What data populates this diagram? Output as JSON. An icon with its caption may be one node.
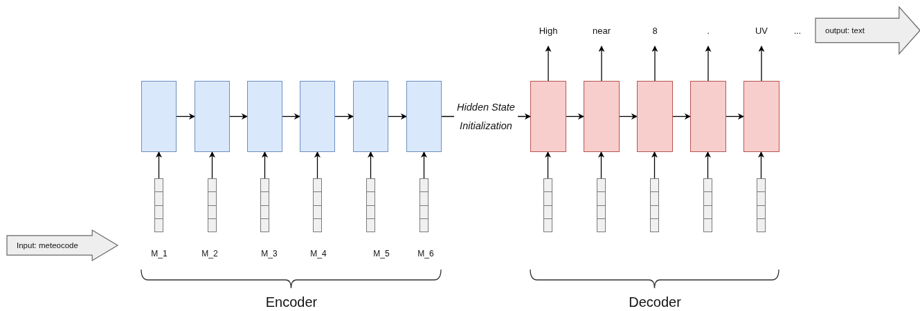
{
  "diagram": {
    "nodes": [
      {
        "text": [
          "Input: meteocode"
        ]
      },
      {
        "text": [
          "output: text"
        ]
      },
      {
        "text": [],
        "shape": "box"
      },
      {
        "text": [],
        "shape": "box"
      },
      {
        "text": [],
        "shape": "box"
      },
      {
        "text": [],
        "shape": "box"
      },
      {
        "text": [],
        "shape": "box"
      },
      {
        "text": [],
        "shape": "box"
      },
      {
        "text": [],
        "shape": "box"
      },
      {
        "text": [],
        "shape": "box"
      },
      {
        "text": [],
        "shape": "box"
      },
      {
        "text": [],
        "shape": "box"
      },
      {
        "text": [],
        "shape": "box"
      },
      {
        "text": [],
        "shape": "bar"
      },
      {
        "text": [],
        "shape": "bar"
      },
      {
        "text": [],
        "shape": "bar"
      },
      {
        "text": [],
        "shape": "bar"
      },
      {
        "text": [],
        "shape": "bar"
      },
      {
        "text": [],
        "shape": "bar"
      },
      {
        "text": [],
        "shape": "bar"
      },
      {
        "text": [],
        "shape": "bar"
      },
      {
        "text": [],
        "shape": "bar"
      },
      {
        "text": [],
        "shape": "bar"
      },
      {
        "text": [],
        "shape": "bar"
      },
      {
        "text": [
          "High"
        ]
      },
      {
        "text": [
          "near"
        ]
      },
      {
        "text": [
          "8"
        ]
      },
      {
        "text": [
          "."
        ]
      },
      {
        "text": [
          "UV"
        ]
      }
    ],
    "edges": [
      {
        "from": 2,
        "to": 3,
        "arrow": "to"
      },
      {
        "from": 3,
        "to": 4,
        "arrow": "to"
      },
      {
        "from": 4,
        "to": 5,
        "arrow": "to"
      },
      {
        "from": 5,
        "to": 6,
        "arrow": "to"
      },
      {
        "from": 6,
        "to": 7,
        "arrow": "to"
      },
      {
        "from": 7,
        "to": 8,
        "arrow": "to",
        "label": "Hidden State Initialization"
      },
      {
        "from": 8,
        "to": 9,
        "arrow": "to"
      },
      {
        "from": 9,
        "to": 10,
        "arrow": "to"
      },
      {
        "from": 10,
        "to": 11,
        "arrow": "to"
      },
      {
        "from": 11,
        "to": 12,
        "arrow": "to"
      },
      {
        "from": 13,
        "to": 2,
        "arrow": "to"
      },
      {
        "from": 14,
        "to": 3,
        "arrow": "to"
      },
      {
        "from": 15,
        "to": 4,
        "arrow": "to"
      },
      {
        "from": 16,
        "to": 5,
        "arrow": "to"
      },
      {
        "from": 17,
        "to": 6,
        "arrow": "to"
      },
      {
        "from": 18,
        "to": 7,
        "arrow": "to"
      },
      {
        "from": 19,
        "to": 8,
        "arrow": "to"
      },
      {
        "from": 20,
        "to": 9,
        "arrow": "to"
      },
      {
        "from": 21,
        "to": 10,
        "arrow": "to"
      },
      {
        "from": 22,
        "to": 11,
        "arrow": "to"
      },
      {
        "from": 23,
        "to": 12,
        "arrow": "to"
      },
      {
        "from": 8,
        "to": 24,
        "arrow": "to"
      },
      {
        "from": 9,
        "to": 25,
        "arrow": "to"
      },
      {
        "from": 10,
        "to": 26,
        "arrow": "to"
      },
      {
        "from": 11,
        "to": 27,
        "arrow": "to"
      },
      {
        "from": 12,
        "to": 28,
        "arrow": "to"
      }
    ],
    "labels": [
      "...",
      "M_1",
      "M_2",
      "M_3",
      "M_4",
      "M_5",
      "M_6",
      "Encoder",
      "Decoder"
    ]
  }
}
